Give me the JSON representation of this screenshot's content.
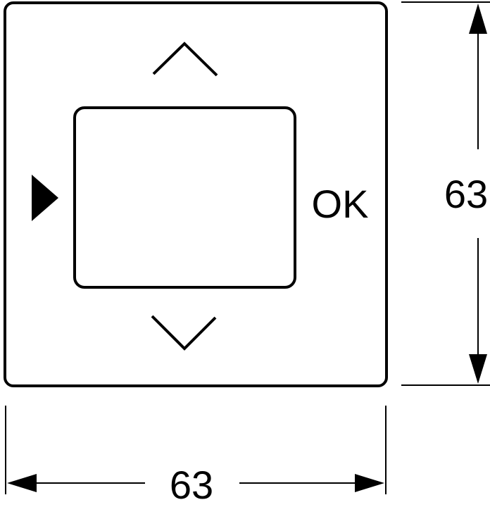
{
  "ok_label": "OK",
  "dimensions": {
    "width_value": "63",
    "height_value": "63"
  }
}
